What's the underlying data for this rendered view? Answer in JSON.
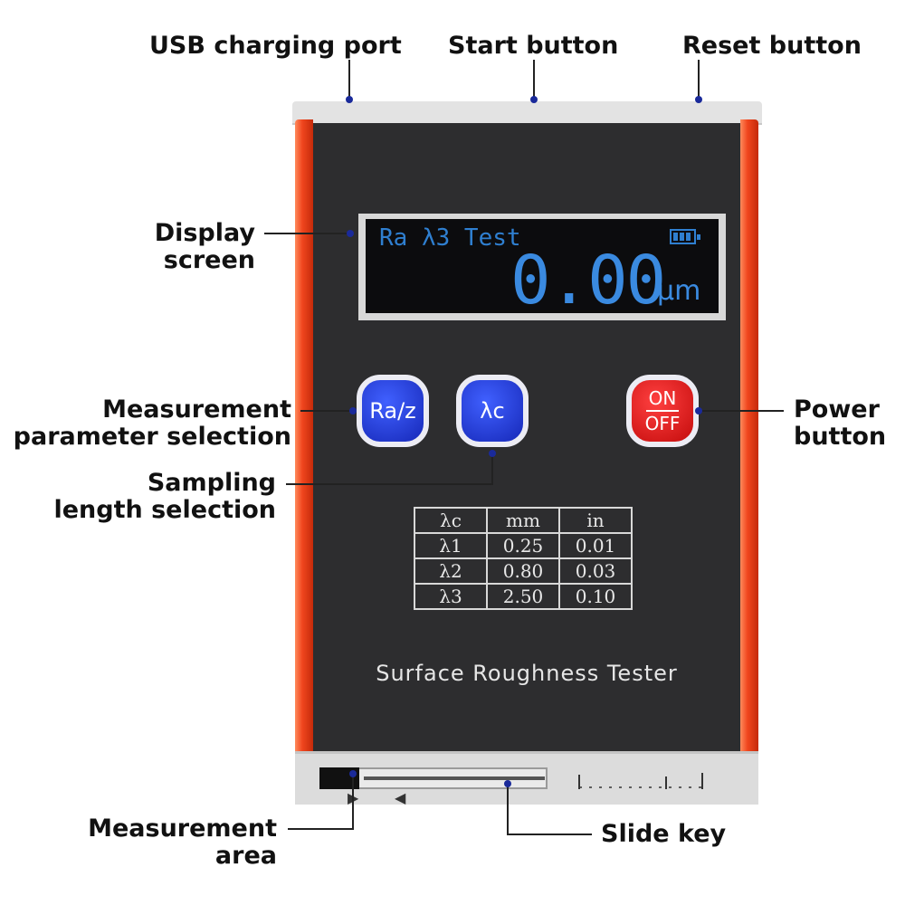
{
  "labels": {
    "usb_port": "USB charging port",
    "start_button": "Start button",
    "reset_button": "Reset button",
    "display_screen_1": "Display",
    "display_screen_2": "screen",
    "measurement_param_1": "Measurement",
    "measurement_param_2": "parameter selection",
    "sampling_length_1": "Sampling",
    "sampling_length_2": "length selection",
    "power_button_1": "Power",
    "power_button_2": "button",
    "measurement_area_1": "Measurement",
    "measurement_area_2": "area",
    "slide_key": "Slide key"
  },
  "screen": {
    "mode_text": "Ra λ3 Test",
    "reading": "0.00",
    "unit": "μm",
    "battery_icon": "battery-icon"
  },
  "buttons": {
    "param": "Ra/z",
    "lambda": "λc",
    "power_on": "ON",
    "power_off": "OFF"
  },
  "lambda_table": {
    "header": [
      "λc",
      "mm",
      "in"
    ],
    "rows": [
      [
        "λ1",
        "0.25",
        "0.01"
      ],
      [
        "λ2",
        "0.80",
        "0.03"
      ],
      [
        "λ3",
        "2.50",
        "0.10"
      ]
    ]
  },
  "product_name": "Surface Roughness Tester",
  "colors": {
    "screen_text": "#2f7fd0",
    "rail": "#f0461e",
    "button_blue": "#1e3ad8",
    "button_red": "#e01818",
    "face": "#2d2d2f"
  }
}
